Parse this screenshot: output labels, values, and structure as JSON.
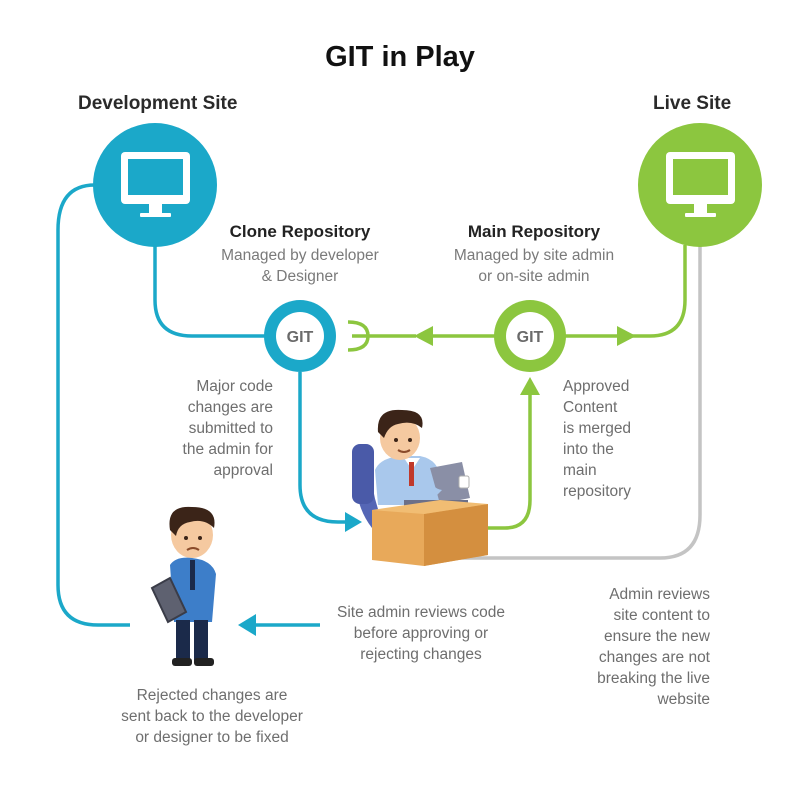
{
  "title": "GIT in Play",
  "dev_site": {
    "label": "Development Site",
    "color": "#1ba8c9"
  },
  "live_site": {
    "label": "Live Site",
    "color": "#8cc63f"
  },
  "clone_repo": {
    "title": "Clone Repository",
    "line1": "Managed by developer",
    "line2": "& Designer",
    "badge": "GIT"
  },
  "main_repo": {
    "title": "Main Repository",
    "line1": "Managed by site admin",
    "line2": "or on-site admin",
    "badge": "GIT"
  },
  "notes": {
    "submitted": [
      "Major code",
      "changes are",
      "submitted to",
      "the admin for",
      "approval"
    ],
    "approved": [
      "Approved",
      "Content",
      "is merged",
      "into the",
      "main",
      "repository"
    ],
    "review": [
      "Site admin reviews code",
      "before approving or",
      "rejecting changes"
    ],
    "admin_reviews": [
      "Admin reviews",
      "site content to",
      "ensure the new",
      "changes are not",
      "breaking the live",
      "website"
    ],
    "rejected": [
      "Rejected changes are",
      "sent back to the developer",
      "or designer to be fixed"
    ]
  },
  "colors": {
    "gray_line": "#c4c4c4",
    "desk": "#e8a95a",
    "shirt": "#3d7ec9",
    "hair": "#3b2418"
  }
}
